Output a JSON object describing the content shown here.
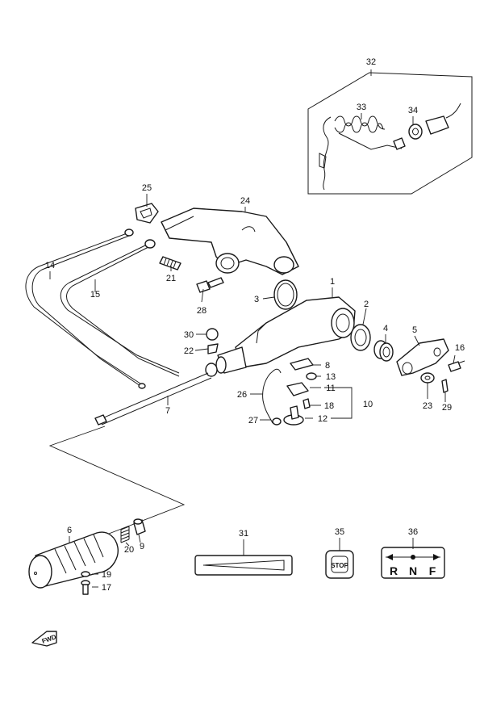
{
  "callouts": [
    {
      "id": "1",
      "text": "1"
    },
    {
      "id": "2",
      "text": "2"
    },
    {
      "id": "3",
      "text": "3"
    },
    {
      "id": "4",
      "text": "4"
    },
    {
      "id": "5",
      "text": "5"
    },
    {
      "id": "6",
      "text": "6"
    },
    {
      "id": "7",
      "text": "7"
    },
    {
      "id": "8",
      "text": "8"
    },
    {
      "id": "9",
      "text": "9"
    },
    {
      "id": "10",
      "text": "10"
    },
    {
      "id": "11",
      "text": "11"
    },
    {
      "id": "12",
      "text": "12"
    },
    {
      "id": "13",
      "text": "13"
    },
    {
      "id": "14",
      "text": "14"
    },
    {
      "id": "15",
      "text": "15"
    },
    {
      "id": "16",
      "text": "16"
    },
    {
      "id": "17",
      "text": "17"
    },
    {
      "id": "18",
      "text": "18"
    },
    {
      "id": "19",
      "text": "19"
    },
    {
      "id": "20",
      "text": "20"
    },
    {
      "id": "21",
      "text": "21"
    },
    {
      "id": "22",
      "text": "22"
    },
    {
      "id": "23",
      "text": "23"
    },
    {
      "id": "24",
      "text": "24"
    },
    {
      "id": "25",
      "text": "25"
    },
    {
      "id": "26",
      "text": "26"
    },
    {
      "id": "27",
      "text": "27"
    },
    {
      "id": "28",
      "text": "28"
    },
    {
      "id": "29",
      "text": "29"
    },
    {
      "id": "30",
      "text": "30"
    },
    {
      "id": "31",
      "text": "31"
    },
    {
      "id": "32",
      "text": "32"
    },
    {
      "id": "33",
      "text": "33"
    },
    {
      "id": "34",
      "text": "34"
    },
    {
      "id": "35",
      "text": "35"
    },
    {
      "id": "36",
      "text": "36"
    }
  ],
  "labels": {
    "fwd": "FWD",
    "stop": "STOP",
    "shift_r": "R",
    "shift_n": "N",
    "shift_f": "F"
  }
}
